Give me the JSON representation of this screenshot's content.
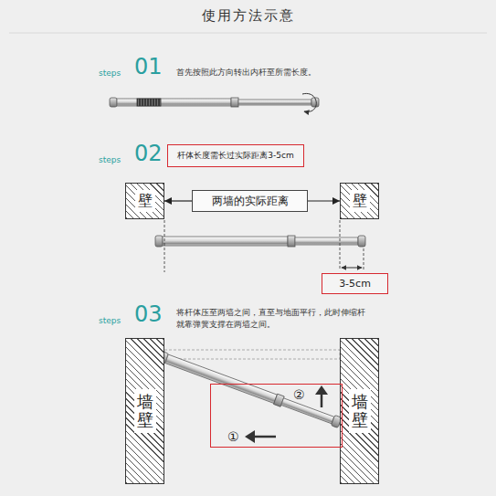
{
  "diagram": {
    "title": "使用方法示意",
    "nodes": [
      {
        "text": [
          "杆体长度需长过实际距离3-5cm"
        ]
      },
      {
        "text": [
          "壁"
        ]
      },
      {
        "text": [
          "两墙的实际距离"
        ]
      },
      {
        "text": [
          "壁"
        ]
      },
      {
        "text": [
          "3-5cm"
        ]
      },
      {
        "text": [
          "墙壁"
        ]
      },
      {
        "text": [
          "墙壁"
        ]
      },
      {
        "text": [
          "②",
          "①"
        ]
      }
    ],
    "edges": [
      {
        "from": 2,
        "to": 1,
        "arrow": "to"
      },
      {
        "from": 2,
        "to": 3,
        "arrow": "to"
      }
    ],
    "labels": [
      "steps",
      "01",
      "首先按照此方向转出内杆至所需长度。",
      "steps",
      "02",
      "steps",
      "03",
      "将杆体压至两墙之间，直至与地面平行，此时伸缩杆 就靠弹簧支撑在两墙之间。"
    ]
  }
}
